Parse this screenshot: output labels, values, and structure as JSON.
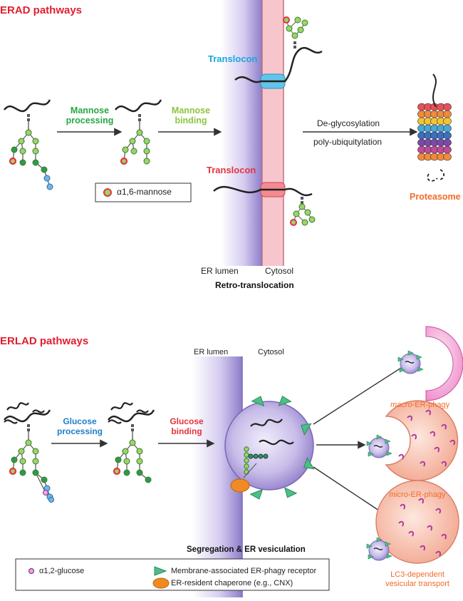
{
  "erad": {
    "title": "ERAD pathways",
    "mannose_processing": [
      "Mannose",
      "processing"
    ],
    "mannose_binding": [
      "Mannose",
      "binding"
    ],
    "translocon_top": "Translocon",
    "translocon_bottom": "Translocon",
    "deglycosylation": "De-glycosylation",
    "polyubiquitylation": "poly-ubiquitylation",
    "proteasome": "Proteasome",
    "mannose_legend": "α1,6-mannose",
    "er_lumen": "ER lumen",
    "cytosol": "Cytosol",
    "retro_translocation": "Retro-translocation"
  },
  "erlad": {
    "title": "ERLAD pathways",
    "er_lumen": "ER lumen",
    "cytosol": "Cytosol",
    "glucose_processing": [
      "Glucose",
      "processing"
    ],
    "glucose_binding": [
      "Glucose",
      "binding"
    ],
    "macro_prefix": "macro",
    "macro_suffix": "-ER-phagy",
    "micro_prefix": "micro",
    "micro_suffix": "-ER-phagy",
    "lc3": [
      "LC3-dependent",
      "vesicular transport"
    ],
    "segregation": "Segregation & ER vesiculation",
    "legend": {
      "glucose": "α1,2-glucose",
      "receptor": "Membrane-associated ER-phagy receptor",
      "chaperone": "ER-resident chaperone (e.g., CNX)"
    }
  },
  "colors": {
    "title_red": "#e0202f",
    "membrane_purple": "#a99ad8",
    "membrane_pink": "#f2b8bf",
    "vesicle_purple": "#9b8ad0",
    "lysosome_peach": "#f7b9a6",
    "macro_pink": "#ee79c2",
    "receptor_green": "#4cbf86",
    "chaperone_orange": "#f08a24",
    "glycan_green": "#9bd46a",
    "glycan_dark_green": "#2e9a4c",
    "glycan_blue": "#6fb8e8"
  }
}
